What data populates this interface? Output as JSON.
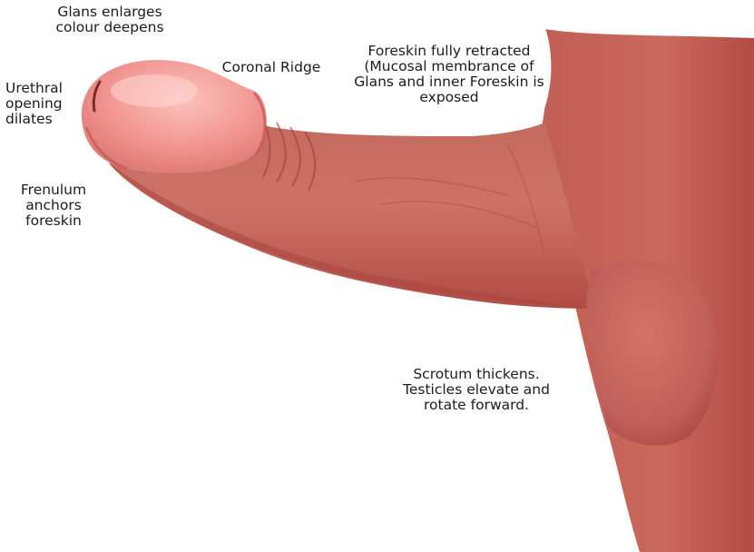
{
  "labels": {
    "glans": "Glans  enlarges\ncolour deepens",
    "coronal": "Coronal Ridge",
    "foreskin": "Foreskin fully retracted\n(Mucosal membrance of\nGlans and inner Foreskin is\nexposed",
    "urethral": "Urethral\nopening\ndilates",
    "frenulum": "Frenulum\nanchors\nforeskin",
    "scrotum": "Scrotum thickens.\nTesticles elevate and\nrotate forward."
  },
  "colors": {
    "skin": "#c7675c",
    "skin_dark": "#a9463f",
    "glans": "#ef8b88",
    "glans_light": "#fbb7b3",
    "background": "#ffffff",
    "text": "#1c1c1c"
  }
}
